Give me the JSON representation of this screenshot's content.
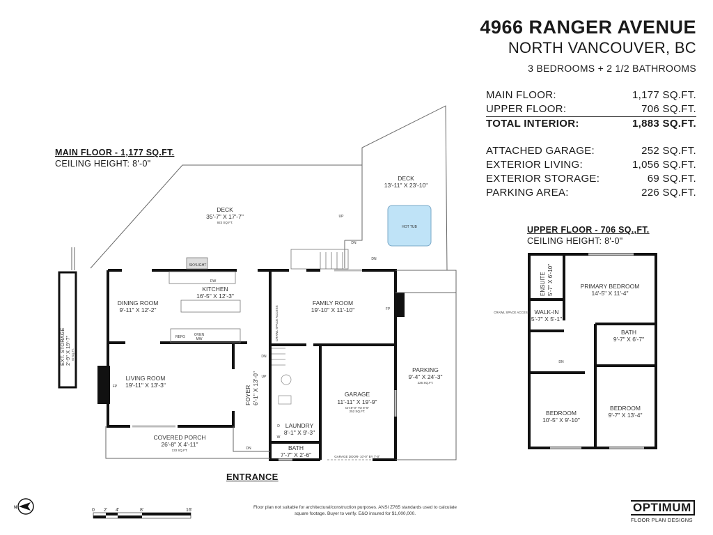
{
  "header": {
    "address": "4966 RANGER AVENUE",
    "city": "NORTH VANCOUVER, BC",
    "summary": "3 BEDROOMS + 2 1/2 BATHROOMS"
  },
  "area_summary": {
    "interior": [
      {
        "label": "MAIN FLOOR:",
        "value": "1,177 SQ.FT."
      },
      {
        "label": "UPPER FLOOR:",
        "value": "706 SQ.FT."
      },
      {
        "label": "TOTAL INTERIOR:",
        "value": "1,883 SQ.FT."
      }
    ],
    "exterior": [
      {
        "label": "ATTACHED GARAGE:",
        "value": "252 SQ.FT."
      },
      {
        "label": "EXTERIOR LIVING:",
        "value": "1,056 SQ.FT."
      },
      {
        "label": "EXTERIOR STORAGE:",
        "value": "69 SQ.FT."
      },
      {
        "label": "PARKING AREA:",
        "value": "226 SQ.FT."
      }
    ]
  },
  "main_floor": {
    "heading": "MAIN FLOOR - 1,177 SQ.FT.",
    "ceiling": "CEILING HEIGHT: 8'-0\"",
    "entrance_label": "ENTRANCE",
    "rooms": {
      "deck_main": {
        "name": "DECK",
        "dims": "35'-7\" X 17'-7\"",
        "area": "923 SQ.FT."
      },
      "deck_side": {
        "name": "DECK",
        "dims": "13'-11\" X 23'-10\""
      },
      "hot_tub": {
        "name": "HOT TUB"
      },
      "kitchen": {
        "name": "KITCHEN",
        "dims": "16'-5\" X 12'-3\""
      },
      "dining": {
        "name": "DINING ROOM",
        "dims": "9'-11\" X 12'-2\""
      },
      "family": {
        "name": "FAMILY ROOM",
        "dims": "19'-10\" X 11'-10\""
      },
      "living": {
        "name": "LIVING ROOM",
        "dims": "19'-11\" X 13'-3\""
      },
      "foyer": {
        "name": "FOYER",
        "dims": "6'-1\" X 13'-0\""
      },
      "garage": {
        "name": "GARAGE",
        "dims": "11'-11\" X 19'-9\"",
        "ceiling": "CH:8'-0\" TO 8'-5\"",
        "area": "252 SQ.FT."
      },
      "parking": {
        "name": "PARKING",
        "dims": "9'-4\" X 24'-3\"",
        "area": "226 SQ.FT."
      },
      "laundry": {
        "name": "LAUNDRY",
        "dims": "8'-1\" X 9'-3\""
      },
      "bath": {
        "name": "BATH",
        "dims": "7'-7\" X 2'-6\""
      },
      "porch": {
        "name": "COVERED PORCH",
        "dims": "26'-8\" X 4'-11\"",
        "area": "133 SQ.FT."
      },
      "ext_storage": {
        "name": "EXT. STORAGE",
        "dims": "2'-9\" X 19'-7\"",
        "area": "69 SQ.FT."
      }
    },
    "fixtures": {
      "skylight": "SKYLIGHT",
      "dw": "DW",
      "refg": "REFG",
      "oven": "OVEN",
      "mw": "MW",
      "fp": "FP",
      "crawl": "CRAWL SPACE ACCESS",
      "garage_door": "GARAGE DOOR- 10'-0\" BY 7'-0\"",
      "up": "UP",
      "dn": "DN",
      "d": "D",
      "w": "W"
    }
  },
  "upper_floor": {
    "heading": "UPPER FLOOR - 706 SQ.,FT.",
    "ceiling": "CEILING HEIGHT: 8'-0\"",
    "crawl": "CRAWL SPACE ACCESS",
    "rooms": {
      "ensuite": {
        "name": "ENSUITE",
        "dims": "5'-7\" X 6'-10\""
      },
      "primary": {
        "name": "PRIMARY BEDROOM",
        "dims": "14'-5\" X 11'-4\""
      },
      "walkin": {
        "name": "WALK-IN",
        "dims": "5'-7\" X 5'-1\""
      },
      "bath": {
        "name": "BATH",
        "dims": "9'-7\" X 6'-7\""
      },
      "bed2": {
        "name": "BEDROOM",
        "dims": "10'-5\" X 9'-10\""
      },
      "bed3": {
        "name": "BEDROOM",
        "dims": "9'-7\" X 13'-4\""
      }
    }
  },
  "scale_bar": {
    "ticks": [
      "0",
      "2'",
      "4'",
      "8'",
      "16'"
    ]
  },
  "compass": {
    "label": "N"
  },
  "disclaimer": "Floor plan not suitable for architectural/construction purposes. ANSI Z765 standards used to calculate square footage. Buyer to verify.  E&O insured for $1,000,000.",
  "logo": {
    "main": "OPTIMUM",
    "sub": "FLOOR PLAN DESIGNS"
  },
  "colors": {
    "hot_tub": "#bfe3f7",
    "wall": "#111111",
    "window": "#bdbdbd"
  }
}
